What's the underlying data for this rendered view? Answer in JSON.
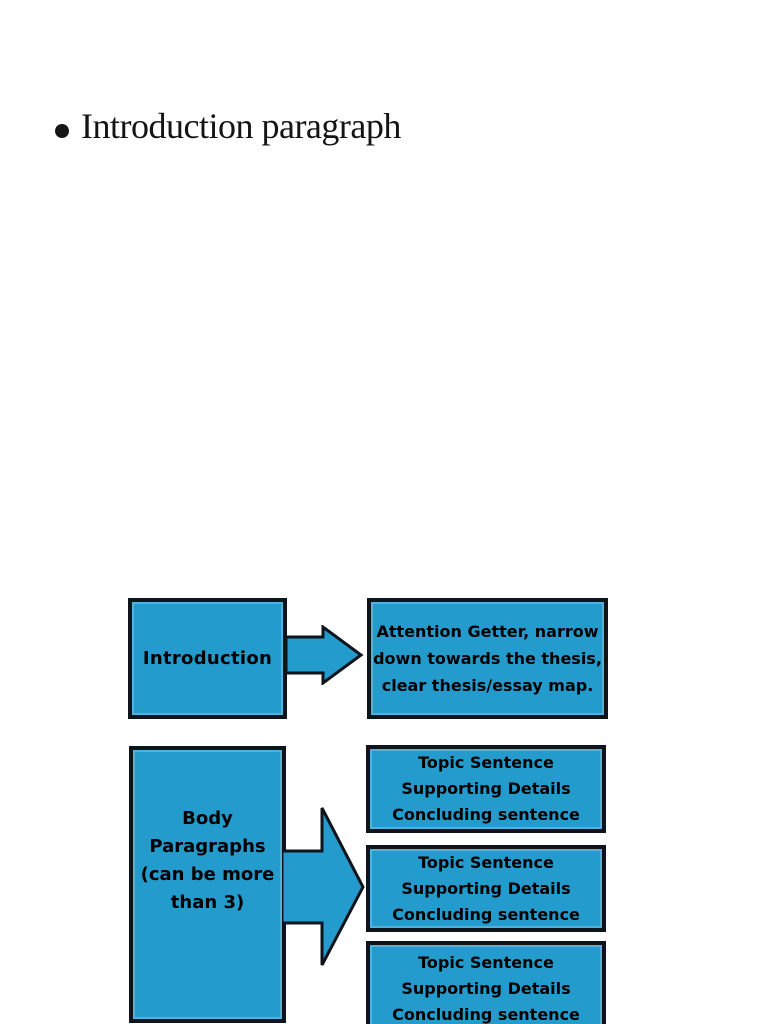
{
  "page": {
    "background": "#ffffff",
    "bullet_glyph": "•",
    "heading": "Introduction paragraph"
  },
  "diagram": {
    "colors": {
      "box_fill": "#249BCD",
      "box_border": "#0E141B",
      "box_text": "#000000"
    },
    "intro_row": {
      "label": "Introduction",
      "detail_lines": [
        "Attention Getter, narrow",
        "down towards the thesis,",
        "clear thesis/essay map."
      ]
    },
    "body_row": {
      "label_lines": [
        "Body",
        "Paragraphs",
        "(can be more",
        "than 3)"
      ],
      "paragraph_boxes": [
        {
          "lines": [
            "Topic Sentence",
            "Supporting Details",
            "Concluding sentence"
          ]
        },
        {
          "lines": [
            "Topic Sentence",
            "Supporting Details",
            "Concluding sentence"
          ]
        },
        {
          "lines": [
            "Topic Sentence",
            "Supporting Details",
            "Concluding sentence"
          ]
        }
      ]
    }
  }
}
